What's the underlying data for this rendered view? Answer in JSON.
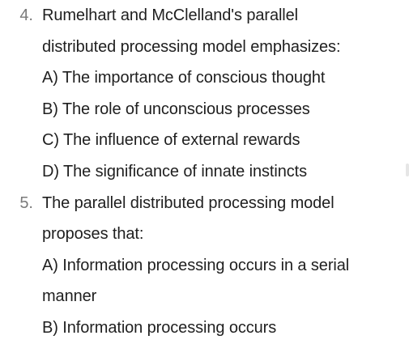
{
  "questions": [
    {
      "number": "4.",
      "lines": [
        "Rumelhart and McClelland's parallel",
        "distributed processing model emphasizes:"
      ],
      "options": [
        "A) The importance of conscious thought",
        "B) The role of unconscious processes",
        "C) The influence of external rewards",
        "D) The significance of innate instincts"
      ]
    },
    {
      "number": "5.",
      "lines": [
        "The parallel distributed processing model",
        "proposes that:"
      ],
      "options": [
        "A) Information processing occurs in a serial",
        "manner",
        "B) Information processing occurs"
      ]
    }
  ]
}
